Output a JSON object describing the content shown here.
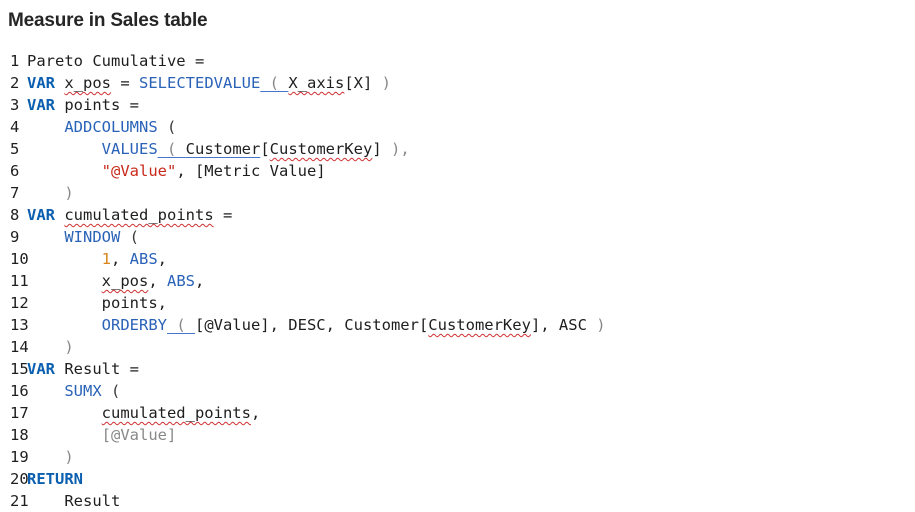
{
  "header": {
    "title": "Measure in Sales table"
  },
  "editor": {
    "lines": [
      {
        "n": "1"
      },
      {
        "n": "2"
      },
      {
        "n": "3"
      },
      {
        "n": "4"
      },
      {
        "n": "5"
      },
      {
        "n": "6"
      },
      {
        "n": "7"
      },
      {
        "n": "8"
      },
      {
        "n": "9"
      },
      {
        "n": "10"
      },
      {
        "n": "11"
      },
      {
        "n": "12"
      },
      {
        "n": "13"
      },
      {
        "n": "14"
      },
      {
        "n": "15"
      },
      {
        "n": "16"
      },
      {
        "n": "17"
      },
      {
        "n": "18"
      },
      {
        "n": "19"
      },
      {
        "n": "20"
      },
      {
        "n": "21"
      }
    ],
    "tokens": {
      "l1_name": "Pareto Cumulative",
      "l1_eq": " =",
      "l2_var": "VAR",
      "l2_name": "x_pos",
      "l2_eq": " = ",
      "l2_fn": "SELECTEDVALUE",
      "l2_open": " ( ",
      "l2_arg": "X_axis",
      "l2_col": "[X]",
      "l2_close": " )",
      "l3_var": "VAR",
      "l3_name": "points",
      "l3_eq": " =",
      "l4_fn": "ADDCOLUMNS",
      "l4_open": " (",
      "l5_fn": "VALUES",
      "l5_open": " ( ",
      "l5_tbl": "Customer",
      "l5_b1": "[",
      "l5_col": "CustomerKey",
      "l5_b2": "]",
      "l5_close": " ),",
      "l6_str": "\"@Value\"",
      "l6_rest": ", [Metric Value]",
      "l7_close": ")",
      "l8_var": "VAR",
      "l8_name": "cumulated_points",
      "l8_eq": " =",
      "l9_fn": "WINDOW",
      "l9_open": " (",
      "l10_num": "1",
      "l10_comma": ", ",
      "l10_kw": "ABS",
      "l10_end": ",",
      "l11_name": "x_pos",
      "l11_comma": ", ",
      "l11_kw": "ABS",
      "l11_end": ",",
      "l12_text": "points,",
      "l13_fn": "ORDERBY",
      "l13_open": " ( ",
      "l13_col": "[@Value]",
      "l13_mid": ", DESC, Customer[",
      "l13_key": "CustomerKey",
      "l13_end": "], ASC ",
      "l13_close": ")",
      "l14_close": ")",
      "l15_var": "VAR",
      "l15_name": " Result =",
      "l16_fn": "SUMX",
      "l16_open": " (",
      "l17_name": "cumulated_points",
      "l17_end": ",",
      "l18_col": "[@Value]",
      "l19_close": ")",
      "l20_kw": "RETURN",
      "l21_text": "Result"
    }
  }
}
